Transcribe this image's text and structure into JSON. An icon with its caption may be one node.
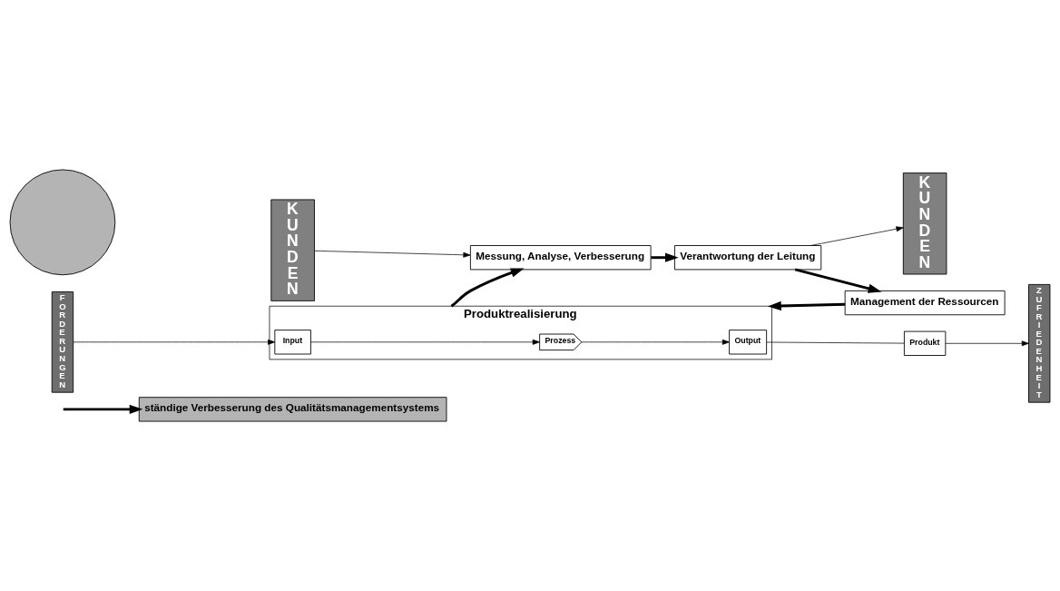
{
  "diagram": {
    "nodes": [
      {
        "text": [
          "ständige Verbesserung des Qualitätsmanagementsystems"
        ]
      },
      {
        "text": [
          "KUNDEN"
        ]
      },
      {
        "text": [
          "FORDERUNGEN"
        ]
      },
      {
        "text": [],
        "shape": "circle"
      },
      {
        "text": [
          "Verantwortung der Leitung"
        ]
      },
      {
        "text": [
          "Management der Ressourcen"
        ]
      },
      {
        "text": [
          "Messung, Analyse, Verbesserung"
        ]
      },
      {
        "text": [
          "Produktrealisierung"
        ]
      },
      {
        "text": [
          "Input"
        ],
        "in": 7
      },
      {
        "text": [
          "Prozess"
        ],
        "in": 7
      },
      {
        "text": [
          "Output"
        ],
        "in": 7
      },
      {
        "text": [
          "Produkt"
        ]
      },
      {
        "text": [
          "ZUFRIEDENHEIT"
        ]
      },
      {
        "text": [
          "KUNDEN"
        ]
      }
    ],
    "edges": [
      {
        "from": null,
        "to": 0,
        "arrow": "to",
        "style": "thick"
      },
      {
        "from": 4,
        "to": 1,
        "arrow": "to"
      },
      {
        "from": 4,
        "to": 5,
        "arrow": "to",
        "style": "thick"
      },
      {
        "from": 5,
        "to": 7,
        "arrow": "to",
        "style": "thick"
      },
      {
        "from": 7,
        "to": 6,
        "arrow": "to",
        "style": "thick"
      },
      {
        "from": 6,
        "to": 4,
        "arrow": "to",
        "style": "thick"
      },
      {
        "from": 2,
        "to": 8,
        "arrow": "to"
      },
      {
        "from": 8,
        "to": 9,
        "arrow": "to"
      },
      {
        "from": 9,
        "to": 10,
        "arrow": "to"
      },
      {
        "from": 10,
        "to": 11,
        "arrow": "none"
      },
      {
        "from": 11,
        "to": 12,
        "arrow": "to"
      },
      {
        "from": 13,
        "to": 6,
        "arrow": "to"
      }
    ]
  }
}
